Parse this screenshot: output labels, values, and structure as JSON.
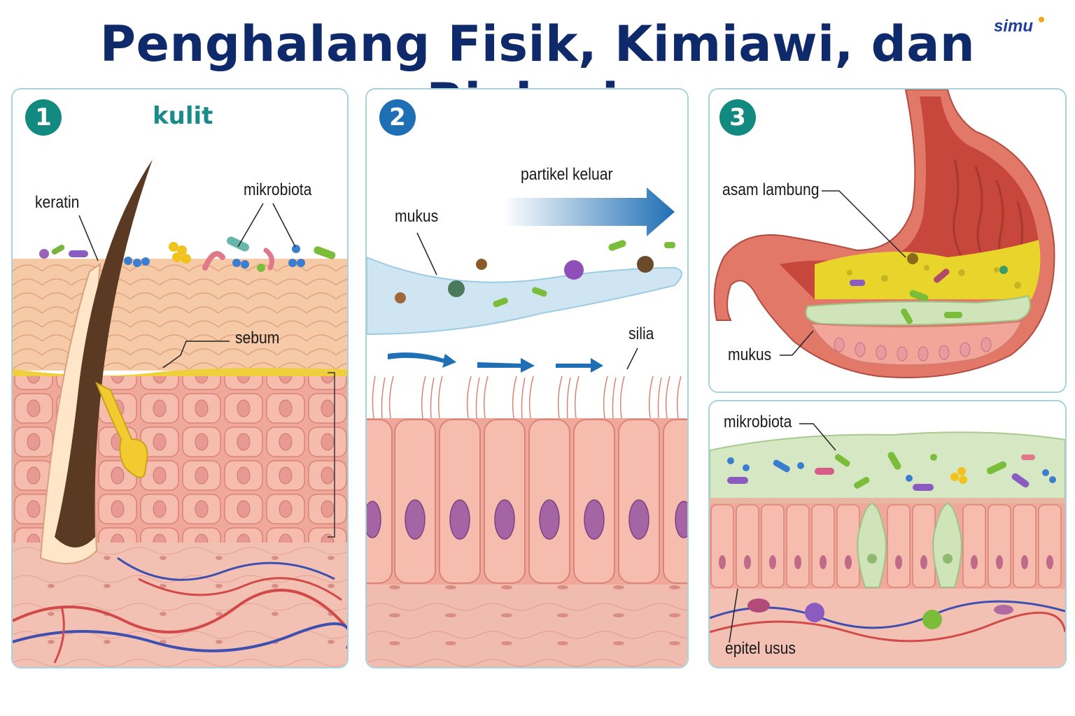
{
  "title": "Penghalang Fisik, Kimiawi, dan Biologis",
  "logo": "simu",
  "colors": {
    "title": "#0f2a6b",
    "badge_teal": "#138a80",
    "badge_blue": "#1f6fb5",
    "panel_border": "#a9d2db",
    "skin": "#f4b9a6",
    "mucus": "#cfe6f2",
    "acid": "#e8d42a",
    "gut_mucus": "#cfe4b8"
  },
  "panels": [
    {
      "number": "1",
      "heading": "kulit",
      "labels": {
        "keratin": "keratin",
        "mikrobiota": "mikrobiota",
        "sebum": "sebum"
      }
    },
    {
      "number": "2",
      "labels": {
        "partikel_keluar": "partikel keluar",
        "mukus": "mukus",
        "silia": "silia"
      }
    },
    {
      "number": "3",
      "labels": {
        "asam_lambung": "asam lambung",
        "mukus": "mukus",
        "mikrobiota": "mikrobiota",
        "epitel_usus": "epitel usus"
      }
    }
  ]
}
